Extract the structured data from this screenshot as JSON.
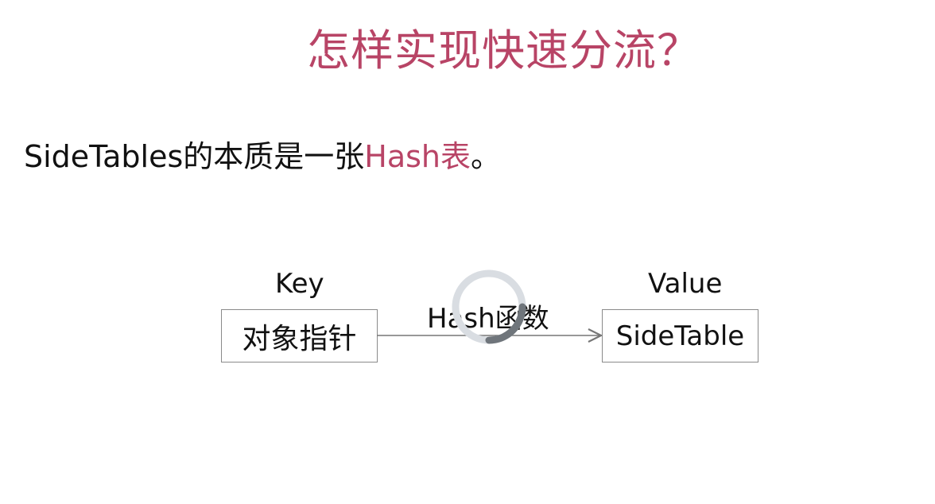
{
  "slide": {
    "title": "怎样实现快速分流？",
    "statement": {
      "prefix": "SideTables的本质是一张",
      "highlight": "Hash表",
      "suffix": "。"
    },
    "diagram": {
      "key_header": "Key",
      "value_header": "Value",
      "key_box": "对象指针",
      "value_box": "SideTable",
      "function_label": "Hash函数"
    }
  },
  "player": {
    "loading_icon": "loading-spinner-icon"
  },
  "colors": {
    "accent": "#b84466",
    "text": "#111111",
    "border": "#8a8a8a",
    "arrow": "#777777",
    "spinner_track": "#d9dde2",
    "spinner_arc": "#6f757b"
  }
}
